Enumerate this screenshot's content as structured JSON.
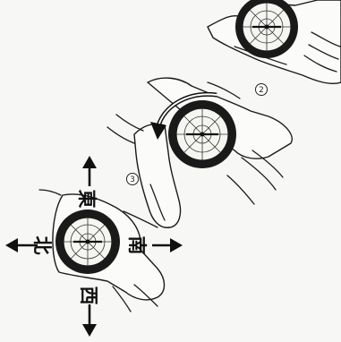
{
  "directions": {
    "east": "東",
    "north": "北",
    "south": "南",
    "west": "西"
  },
  "steps": {
    "step2": "2",
    "step3": "3"
  }
}
